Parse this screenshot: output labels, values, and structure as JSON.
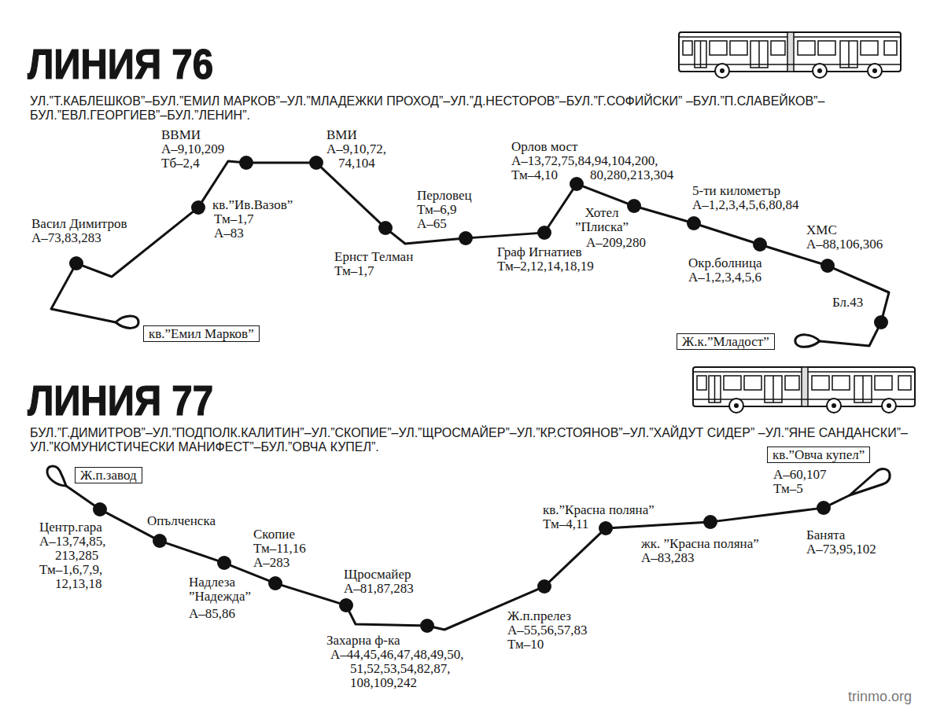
{
  "diagram": {
    "nodes": [
      {
        "text": [
          "кв.”Емил Марков”"
        ]
      },
      {
        "text": [
          "Васил Димитров",
          "А–73,83,283"
        ]
      },
      {
        "text": [
          "кв.”Ив.Вазов”",
          "Тм–1,7",
          "А–83"
        ]
      },
      {
        "text": [
          "ВВМИ",
          "А–9,10,209",
          "Тб–2,4"
        ]
      },
      {
        "text": [
          "ВМИ",
          "А–9,10,72, 74,104"
        ]
      },
      {
        "text": [
          "Ернст Телман",
          "Тм–1,7"
        ]
      },
      {
        "text": [
          "Перловец",
          "Тм–6,9",
          "А–65"
        ]
      },
      {
        "text": [
          "Граф Игнатиев",
          "Тм–2,12,14,18,19"
        ]
      },
      {
        "text": [
          "Орлов мост",
          "А–13,72,75,84,94,104,200, 80,280,213,304",
          "Тм–4,10"
        ]
      },
      {
        "text": [
          "Хотел ”Плиска”",
          "А–209,280"
        ]
      },
      {
        "text": [
          "5-ти километър",
          "А–1,2,3,4,5,6,80,84"
        ]
      },
      {
        "text": [
          "Окр.болница",
          "А–1,2,3,4,5,6"
        ]
      },
      {
        "text": [
          "ХМС",
          "А–88,106,306"
        ]
      },
      {
        "text": [
          "Бл.43"
        ]
      },
      {
        "text": [
          "Ж.к.”Младост”"
        ]
      },
      {
        "text": [
          "Ж.п.завод"
        ]
      },
      {
        "text": [
          "Центр.гара",
          "А–13,74,85, 213,285",
          "Тм–1,6,7,9, 12,13,18"
        ]
      },
      {
        "text": [
          "Опълченска"
        ]
      },
      {
        "text": [
          "Надлеза ”Надежда”",
          "А–85,86"
        ]
      },
      {
        "text": [
          "Скопие",
          "Тм–11,16",
          "А–283"
        ]
      },
      {
        "text": [
          "Щросмайер",
          "А–81,87,283"
        ]
      },
      {
        "text": [
          "Захарна ф-ка",
          "А–44,45,46,47,48,49,50, 51,52,53,54,82,87, 108,109,242"
        ]
      },
      {
        "text": [
          "Ж.п.прелез",
          "А–55,56,57,83",
          "Тм–10"
        ]
      },
      {
        "text": [
          "кв.”Красна поляна”",
          "Тм–4,11"
        ]
      },
      {
        "text": [
          "жк. ”Красна поляна”",
          "А–83,283"
        ]
      },
      {
        "text": [
          "Банята",
          "А–73,95,102"
        ]
      },
      {
        "text": [
          "кв.”Овча купел”",
          "А–60,107",
          "Тм–5"
        ]
      }
    ],
    "edges": [
      {
        "from": 0,
        "to": 1,
        "arrow": "none"
      },
      {
        "from": 1,
        "to": 2,
        "arrow": "none"
      },
      {
        "from": 2,
        "to": 3,
        "arrow": "none"
      },
      {
        "from": 3,
        "to": 4,
        "arrow": "none"
      },
      {
        "from": 4,
        "to": 5,
        "arrow": "none"
      },
      {
        "from": 5,
        "to": 6,
        "arrow": "none"
      },
      {
        "from": 6,
        "to": 7,
        "arrow": "none"
      },
      {
        "from": 7,
        "to": 8,
        "arrow": "none"
      },
      {
        "from": 8,
        "to": 9,
        "arrow": "none"
      },
      {
        "from": 9,
        "to": 10,
        "arrow": "none"
      },
      {
        "from": 10,
        "to": 11,
        "arrow": "none"
      },
      {
        "from": 11,
        "to": 12,
        "arrow": "none"
      },
      {
        "from": 12,
        "to": 13,
        "arrow": "none"
      },
      {
        "from": 13,
        "to": 14,
        "arrow": "none"
      },
      {
        "from": 15,
        "to": 16,
        "arrow": "none"
      },
      {
        "from": 16,
        "to": 17,
        "arrow": "none"
      },
      {
        "from": 17,
        "to": 18,
        "arrow": "none"
      },
      {
        "from": 18,
        "to": 19,
        "arrow": "none"
      },
      {
        "from": 19,
        "to": 20,
        "arrow": "none"
      },
      {
        "from": 20,
        "to": 21,
        "arrow": "none"
      },
      {
        "from": 21,
        "to": 22,
        "arrow": "none"
      },
      {
        "from": 22,
        "to": 23,
        "arrow": "none"
      },
      {
        "from": 23,
        "to": 24,
        "arrow": "none"
      },
      {
        "from": 24,
        "to": 25,
        "arrow": "none"
      },
      {
        "from": 25,
        "to": 26,
        "arrow": "none"
      }
    ],
    "labels": [
      "ЛИНИЯ 76",
      "УЛ.”Т.КАБЛЕШКОВ”–БУЛ.”ЕМИЛ МАРКОВ”–УЛ.”МЛАДЕЖКИ ПРОХОД”–УЛ.”Д.НЕСТОРОВ”–БУЛ.”Г.СОФИЙСКИ” –БУЛ.”П.СЛАВЕЙКОВ”–БУЛ.”ЕВЛ.ГЕОРГИЕВ”–БУЛ.”ЛЕНИН”.",
      "ЛИНИЯ 77",
      "БУЛ.”Г.ДИМИТРОВ”–УЛ.”ПОДПОЛК.КАЛИТИН”–УЛ.”СКОПИЕ”–УЛ.”ЩРОСМАЙЕР”–УЛ.”КР.СТОЯНОВ”–УЛ.”ХАЙДУТ СИДЕР” –УЛ.”ЯНЕ САНДАНСКИ”–УЛ.”КОМУНИСТИЧЕСКИ МАНИФЕСТ”–БУЛ.”ОВЧА КУПЕЛ”.",
      "trinmo.org"
    ]
  }
}
